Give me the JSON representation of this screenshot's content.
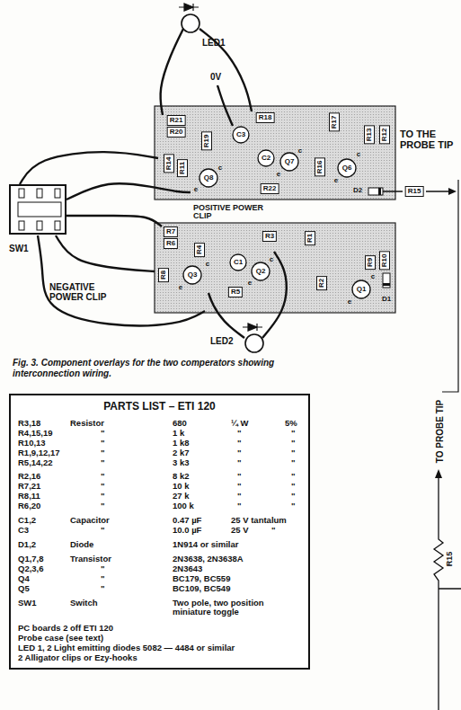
{
  "diagram": {
    "caption": "Fig. 3. Component overlays for the two comperators showing interconnection wiring.",
    "nodes": [
      {
        "text": [
          "LED1"
        ]
      },
      {
        "text": [
          "SW1"
        ]
      },
      {
        "text": [
          "LED2"
        ]
      },
      {
        "text": [
          "PARTS LIST – ETI 120",
          "R3,18",
          "Resistor",
          "680",
          "¼ W",
          "5%",
          "R4,15,19",
          "\"",
          "1 k",
          "\"",
          "\"",
          "R10,13",
          "\"",
          "1 k8",
          "\"",
          "\"",
          "R1,9,12,17",
          "\"",
          "2 k7",
          "\"",
          "\"",
          "R5,14,22",
          "\"",
          "3 k3",
          "\"",
          "\"",
          "R2,16",
          "\"",
          "8 k2",
          "\"",
          "\"",
          "R7,21",
          "\"",
          "10 k",
          "\"",
          "\"",
          "R8,11",
          "\"",
          "27 k",
          "\"",
          "\"",
          "R6,20",
          "\"",
          "100 k",
          "\"",
          "\"",
          "C1,2",
          "Capacitor",
          "0.47 µF",
          "25 V tantalum",
          "C3",
          "\"",
          "10.0 µF",
          "25 V",
          "\"",
          "D1,2",
          "Diode",
          "1N914 or similar",
          "Q1,7,8",
          "Transistor",
          "2N3638, 2N3638A",
          "Q2,3,6",
          "\"",
          "2N3643",
          "Q4",
          "\"",
          "BC179, BC559",
          "Q5",
          "\"",
          "BC109, BC549",
          "SW1",
          "Switch",
          "Two pole, two position miniature toggle",
          "PC boards 2 off ETI 120",
          "Probe case (see text)",
          "LED 1, 2 Light emitting diodes 5082 — 4484 or similar",
          "2 Alligator clips or Ezy-hooks"
        ]
      }
    ],
    "labels": [
      "0V",
      "R21",
      "R20",
      "R19",
      "C3",
      "R18",
      "C2",
      "R17",
      "R13",
      "R12",
      "R14",
      "R11",
      "Q8",
      "R22",
      "Q7",
      "R16",
      "Q6",
      "D2",
      "R15",
      "TO THE PROBE TIP",
      "POSITIVE POWER CLIP",
      "R7",
      "R6",
      "R4",
      "R3",
      "R1",
      "R10",
      "R8",
      "Q3",
      "C1",
      "Q2",
      "R5",
      "R2",
      "R9",
      "Q1",
      "D1",
      "NEGATIVE POWER CLIP",
      "TO PROBE TIP",
      "R15",
      "e",
      "c",
      "e",
      "c",
      "e",
      "c",
      "e",
      "c",
      "e",
      "c",
      "e",
      "c"
    ]
  }
}
